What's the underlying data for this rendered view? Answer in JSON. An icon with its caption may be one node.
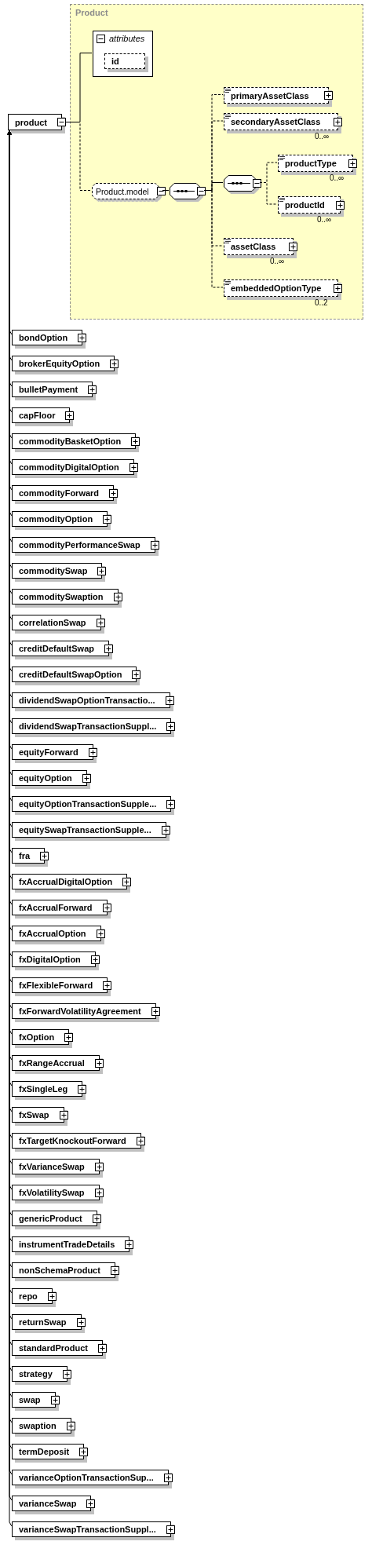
{
  "diagram": {
    "nodes": [
      {
        "text": [
          "product"
        ]
      },
      {
        "text": [
          "Product"
        ]
      },
      {
        "text": [
          "attributes"
        ],
        "in": 1
      },
      {
        "text": [
          "id"
        ],
        "in": 2
      },
      {
        "text": [
          "Product.model"
        ],
        "in": 1
      },
      {
        "text": [],
        "shape": "octagon",
        "in": 1
      },
      {
        "text": [
          "primaryAssetClass"
        ],
        "in": 1
      },
      {
        "text": [
          "secondaryAssetClass"
        ],
        "in": 1,
        "beside": [
          "0..∞"
        ]
      },
      {
        "text": [],
        "shape": "octagon",
        "in": 1
      },
      {
        "text": [
          "productType"
        ],
        "in": 1,
        "beside": [
          "0..∞"
        ]
      },
      {
        "text": [
          "productId"
        ],
        "in": 1,
        "beside": [
          "0..∞"
        ]
      },
      {
        "text": [
          "assetClass"
        ],
        "in": 1,
        "beside": [
          "0..∞"
        ]
      },
      {
        "text": [
          "embeddedOptionType"
        ],
        "in": 1,
        "beside": [
          "0..2"
        ]
      },
      {
        "text": [
          "bondOption"
        ]
      },
      {
        "text": [
          "brokerEquityOption"
        ]
      },
      {
        "text": [
          "bulletPayment"
        ]
      },
      {
        "text": [
          "capFloor"
        ]
      },
      {
        "text": [
          "commodityBasketOption"
        ]
      },
      {
        "text": [
          "commodityDigitalOption"
        ]
      },
      {
        "text": [
          "commodityForward"
        ]
      },
      {
        "text": [
          "commodityOption"
        ]
      },
      {
        "text": [
          "commodityPerformanceSwap"
        ]
      },
      {
        "text": [
          "commoditySwap"
        ]
      },
      {
        "text": [
          "commoditySwaption"
        ]
      },
      {
        "text": [
          "correlationSwap"
        ]
      },
      {
        "text": [
          "creditDefaultSwap"
        ]
      },
      {
        "text": [
          "creditDefaultSwapOption"
        ]
      },
      {
        "text": [
          "dividendSwapOptionTransactio..."
        ]
      },
      {
        "text": [
          "dividendSwapTransactionSuppl..."
        ]
      },
      {
        "text": [
          "equityForward"
        ]
      },
      {
        "text": [
          "equityOption"
        ]
      },
      {
        "text": [
          "equityOptionTransactionSupple..."
        ]
      },
      {
        "text": [
          "equitySwapTransactionSupple..."
        ]
      },
      {
        "text": [
          "fra"
        ]
      },
      {
        "text": [
          "fxAccrualDigitalOption"
        ]
      },
      {
        "text": [
          "fxAccrualForward"
        ]
      },
      {
        "text": [
          "fxAccrualOption"
        ]
      },
      {
        "text": [
          "fxDigitalOption"
        ]
      },
      {
        "text": [
          "fxFlexibleForward"
        ]
      },
      {
        "text": [
          "fxForwardVolatilityAgreement"
        ]
      },
      {
        "text": [
          "fxOption"
        ]
      },
      {
        "text": [
          "fxRangeAccrual"
        ]
      },
      {
        "text": [
          "fxSingleLeg"
        ]
      },
      {
        "text": [
          "fxSwap"
        ]
      },
      {
        "text": [
          "fxTargetKnockoutForward"
        ]
      },
      {
        "text": [
          "fxVarianceSwap"
        ]
      },
      {
        "text": [
          "fxVolatilitySwap"
        ]
      },
      {
        "text": [
          "genericProduct"
        ]
      },
      {
        "text": [
          "instrumentTradeDetails"
        ]
      },
      {
        "text": [
          "nonSchemaProduct"
        ]
      },
      {
        "text": [
          "repo"
        ]
      },
      {
        "text": [
          "returnSwap"
        ]
      },
      {
        "text": [
          "standardProduct"
        ]
      },
      {
        "text": [
          "strategy"
        ]
      },
      {
        "text": [
          "swap"
        ]
      },
      {
        "text": [
          "swaption"
        ]
      },
      {
        "text": [
          "termDeposit"
        ]
      },
      {
        "text": [
          "varianceOptionTransactionSup..."
        ]
      },
      {
        "text": [
          "varianceSwap"
        ]
      },
      {
        "text": [
          "varianceSwapTransactionSuppl..."
        ]
      }
    ],
    "edges": [
      {
        "from": 0,
        "to": 2,
        "arrow": "none"
      },
      {
        "from": 0,
        "to": 4,
        "arrow": "none",
        "style": "dashed"
      },
      {
        "from": 4,
        "to": 5,
        "arrow": "none"
      },
      {
        "from": 5,
        "to": 6,
        "arrow": "none",
        "style": "dashed"
      },
      {
        "from": 5,
        "to": 7,
        "arrow": "none",
        "style": "dashed"
      },
      {
        "from": 5,
        "to": 8,
        "arrow": "none"
      },
      {
        "from": 5,
        "to": 11,
        "arrow": "none",
        "style": "dashed"
      },
      {
        "from": 5,
        "to": 12,
        "arrow": "none",
        "style": "dashed"
      },
      {
        "from": 8,
        "to": 9,
        "arrow": "none",
        "style": "dashed"
      },
      {
        "from": 8,
        "to": 10,
        "arrow": "none",
        "style": "dashed"
      },
      {
        "from": 13,
        "to": 0,
        "arrow": "to"
      },
      {
        "from": 14,
        "to": 0,
        "arrow": "to"
      },
      {
        "from": 15,
        "to": 0,
        "arrow": "to"
      },
      {
        "from": 16,
        "to": 0,
        "arrow": "to"
      },
      {
        "from": 17,
        "to": 0,
        "arrow": "to"
      },
      {
        "from": 18,
        "to": 0,
        "arrow": "to"
      },
      {
        "from": 19,
        "to": 0,
        "arrow": "to"
      },
      {
        "from": 20,
        "to": 0,
        "arrow": "to"
      },
      {
        "from": 21,
        "to": 0,
        "arrow": "to"
      },
      {
        "from": 22,
        "to": 0,
        "arrow": "to"
      },
      {
        "from": 23,
        "to": 0,
        "arrow": "to"
      },
      {
        "from": 24,
        "to": 0,
        "arrow": "to"
      },
      {
        "from": 25,
        "to": 0,
        "arrow": "to"
      },
      {
        "from": 26,
        "to": 0,
        "arrow": "to"
      },
      {
        "from": 27,
        "to": 0,
        "arrow": "to"
      },
      {
        "from": 28,
        "to": 0,
        "arrow": "to"
      },
      {
        "from": 29,
        "to": 0,
        "arrow": "to"
      },
      {
        "from": 30,
        "to": 0,
        "arrow": "to"
      },
      {
        "from": 31,
        "to": 0,
        "arrow": "to"
      },
      {
        "from": 32,
        "to": 0,
        "arrow": "to"
      },
      {
        "from": 33,
        "to": 0,
        "arrow": "to"
      },
      {
        "from": 34,
        "to": 0,
        "arrow": "to"
      },
      {
        "from": 35,
        "to": 0,
        "arrow": "to"
      },
      {
        "from": 36,
        "to": 0,
        "arrow": "to"
      },
      {
        "from": 37,
        "to": 0,
        "arrow": "to"
      },
      {
        "from": 38,
        "to": 0,
        "arrow": "to"
      },
      {
        "from": 39,
        "to": 0,
        "arrow": "to"
      },
      {
        "from": 40,
        "to": 0,
        "arrow": "to"
      },
      {
        "from": 41,
        "to": 0,
        "arrow": "to"
      },
      {
        "from": 42,
        "to": 0,
        "arrow": "to"
      },
      {
        "from": 43,
        "to": 0,
        "arrow": "to"
      },
      {
        "from": 44,
        "to": 0,
        "arrow": "to"
      },
      {
        "from": 45,
        "to": 0,
        "arrow": "to"
      },
      {
        "from": 46,
        "to": 0,
        "arrow": "to"
      },
      {
        "from": 47,
        "to": 0,
        "arrow": "to"
      },
      {
        "from": 48,
        "to": 0,
        "arrow": "to"
      },
      {
        "from": 49,
        "to": 0,
        "arrow": "to"
      },
      {
        "from": 50,
        "to": 0,
        "arrow": "to"
      },
      {
        "from": 51,
        "to": 0,
        "arrow": "to"
      },
      {
        "from": 52,
        "to": 0,
        "arrow": "to"
      },
      {
        "from": 53,
        "to": 0,
        "arrow": "to"
      },
      {
        "from": 54,
        "to": 0,
        "arrow": "to"
      },
      {
        "from": 55,
        "to": 0,
        "arrow": "to"
      },
      {
        "from": 56,
        "to": 0,
        "arrow": "to"
      },
      {
        "from": 57,
        "to": 0,
        "arrow": "to"
      },
      {
        "from": 58,
        "to": 0,
        "arrow": "to"
      },
      {
        "from": 59,
        "to": 0,
        "arrow": "to"
      }
    ]
  }
}
